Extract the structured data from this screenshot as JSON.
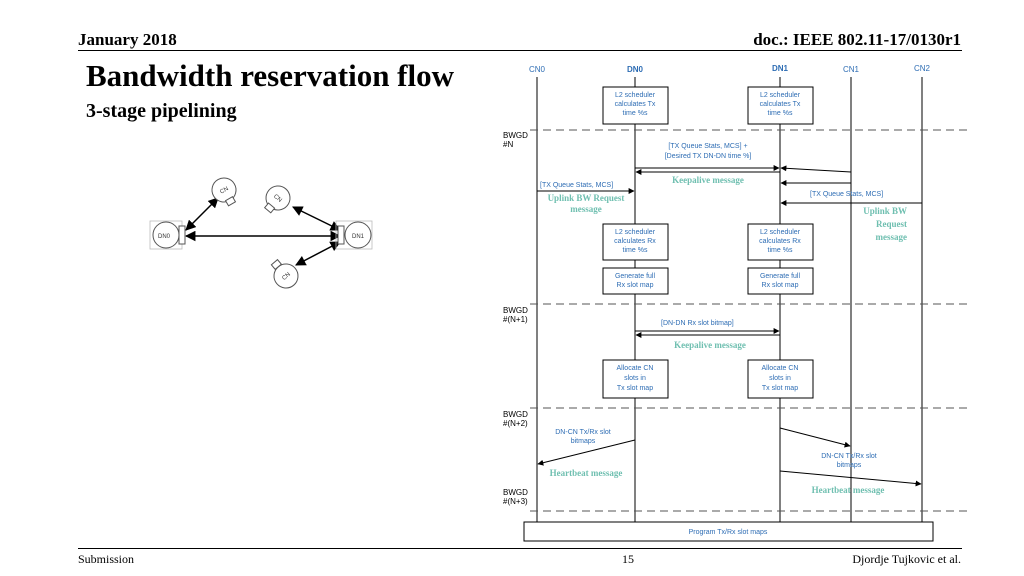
{
  "header": {
    "date": "January 2018",
    "doc": "doc.: IEEE 802.11-17/0130r1"
  },
  "title": "Bandwidth reservation flow",
  "subtitle": "3-stage pipelining",
  "footer": {
    "left": "Submission",
    "page": "15",
    "author": "Djordje Tujkovic et al."
  },
  "topology": {
    "nodes": [
      "DN0",
      "DN1",
      "CN",
      "CN",
      "CN"
    ]
  },
  "sequence": {
    "lifelines": [
      "CN0",
      "DN0",
      "DN1",
      "CN1",
      "CN2"
    ],
    "bwgd": [
      "BWGD\n#N",
      "BWGD\n#(N+1)",
      "BWGD\n#(N+2)",
      "BWGD\n#(N+3)"
    ],
    "boxes": {
      "l2_tx_dn0": "L2 scheduler\ncalculates Tx\ntime %s",
      "l2_tx_dn1": "L2 scheduler\ncalculates Tx\ntime %s",
      "l2_rx_dn0": "L2 scheduler\ncalculates Rx\ntime %s",
      "l2_rx_dn1": "L2 scheduler\ncalculates Rx\ntime %s",
      "gen_dn0": "Generate full\nRx slot map",
      "gen_dn1": "Generate full\nRx slot map",
      "alloc_dn0": "Allocate CN\nslots in\nTx slot map",
      "alloc_dn1": "Allocate CN\nslots in\nTx slot map",
      "program": "Program Tx/Rx slot maps"
    },
    "messages": {
      "tx_queue_dn": "[TX Queue Stats, MCS] +\n[Desired TX DN-DN time %]",
      "keepalive_1": "Keepalive message",
      "tx_queue_cn0": "[TX Queue Stats, MCS]",
      "uplink_bw_left": "Uplink BW Request\nmessage",
      "tx_queue_cn2": "[TX Queue Stats, MCS]",
      "uplink_bw_right": "Uplink BW\nRequest\nmessage",
      "rx_slot_bitmap": "[DN-DN Rx slot bitmap]",
      "keepalive_2": "Keepalive message",
      "dn_cn_left": "DN-CN Tx/Rx slot\nbitmaps",
      "dn_cn_right": "DN-CN Tx/Rx slot\nbitmaps",
      "heartbeat_left": "Heartbeat message",
      "heartbeat_right": "Heartbeat message"
    }
  },
  "colors": {
    "accent_blue": "#2e6db4",
    "teal": "#6fbfb0",
    "line": "#000000",
    "dashed": "#555555"
  }
}
